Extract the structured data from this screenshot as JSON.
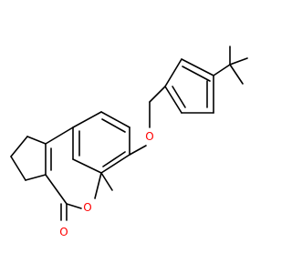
{
  "molecule": {
    "atoms": [
      {
        "id": "O_ether",
        "label": "O",
        "color": "#ff0000"
      },
      {
        "id": "O_ring",
        "label": "O",
        "color": "#ff0000"
      },
      {
        "id": "O_carbonyl",
        "label": "O",
        "color": "#ff0000"
      }
    ]
  },
  "colors": {
    "bond": "#000000",
    "background": "#ffffff"
  }
}
